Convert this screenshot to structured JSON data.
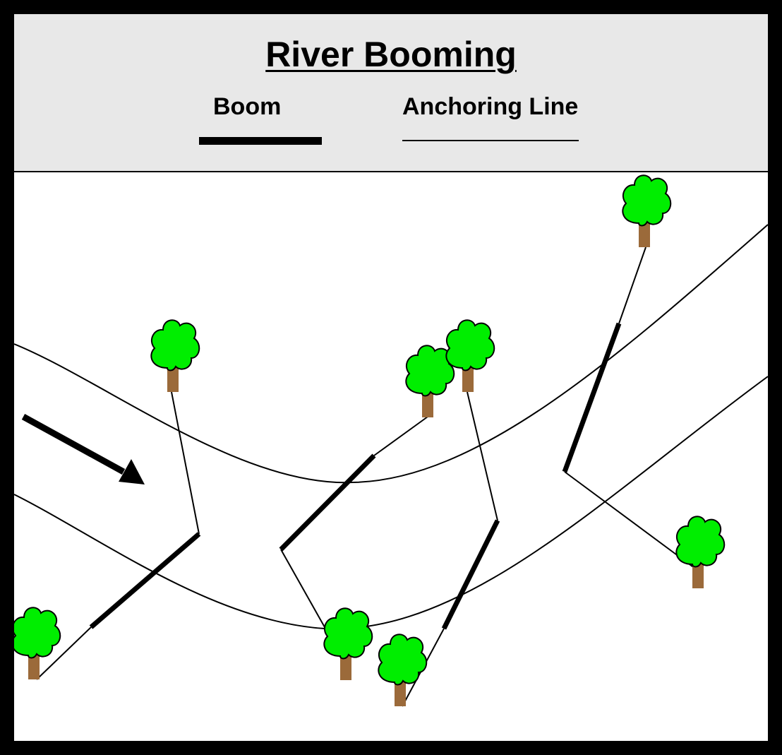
{
  "title": "River Booming",
  "legend": {
    "boom_label": "Boom",
    "anchoring_line_label": "Anchoring Line"
  },
  "colors": {
    "background": "#ffffff",
    "header_background": "#e8e8e8",
    "frame": "#000000",
    "tree_canopy": "#00ee00",
    "tree_trunk": "#9b6a3a",
    "line": "#000000"
  },
  "icons": {
    "flow_arrow": "flow-direction-arrow-icon",
    "tree": "tree-icon"
  }
}
